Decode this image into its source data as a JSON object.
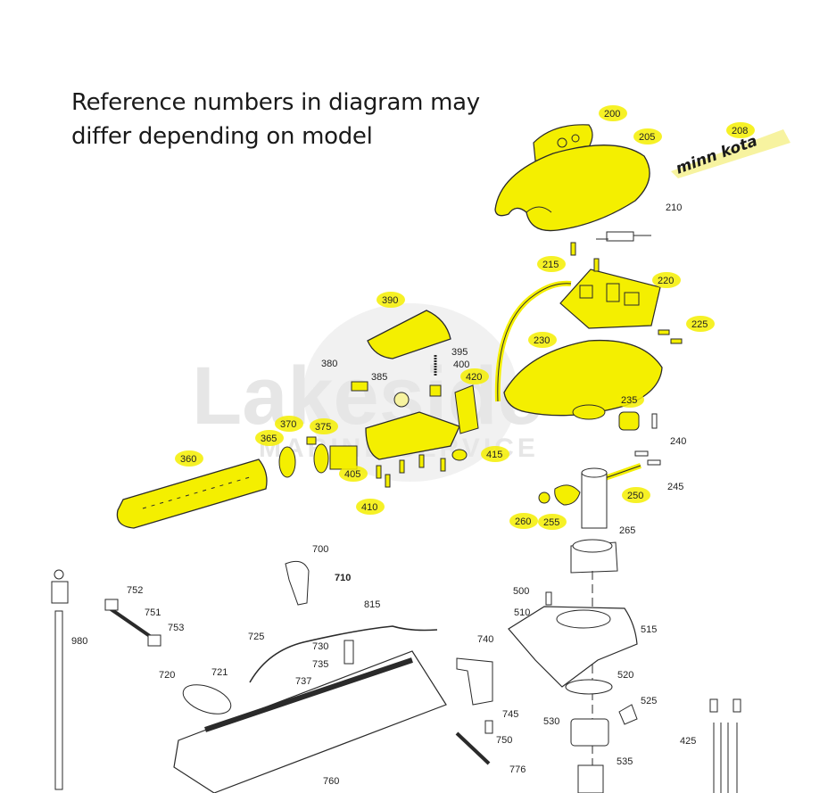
{
  "note": {
    "line1": "Reference numbers in diagram may",
    "line2": "differ depending on model"
  },
  "watermark": {
    "line1": "Lakeside",
    "line2": "MARINE SERVICE"
  },
  "logo_text": "minn kota",
  "colors": {
    "highlight": "#f4ef00",
    "highlight_glow": "#f7f3a0",
    "outline": "#2a2a2a",
    "watermark": "#d8d8d8"
  },
  "parts": [
    {
      "ref": "200",
      "highlighted": true
    },
    {
      "ref": "205",
      "highlighted": true
    },
    {
      "ref": "208",
      "highlighted": true
    },
    {
      "ref": "210",
      "highlighted": false
    },
    {
      "ref": "215",
      "highlighted": true
    },
    {
      "ref": "220",
      "highlighted": true
    },
    {
      "ref": "225",
      "highlighted": true
    },
    {
      "ref": "230",
      "highlighted": true
    },
    {
      "ref": "235",
      "highlighted": true
    },
    {
      "ref": "240",
      "highlighted": false
    },
    {
      "ref": "245",
      "highlighted": false
    },
    {
      "ref": "250",
      "highlighted": true
    },
    {
      "ref": "255",
      "highlighted": true
    },
    {
      "ref": "260",
      "highlighted": true
    },
    {
      "ref": "265",
      "highlighted": false
    },
    {
      "ref": "360",
      "highlighted": true
    },
    {
      "ref": "365",
      "highlighted": true
    },
    {
      "ref": "370",
      "highlighted": true
    },
    {
      "ref": "375",
      "highlighted": true
    },
    {
      "ref": "380",
      "highlighted": false
    },
    {
      "ref": "385",
      "highlighted": false
    },
    {
      "ref": "390",
      "highlighted": true
    },
    {
      "ref": "395",
      "highlighted": false
    },
    {
      "ref": "400",
      "highlighted": false
    },
    {
      "ref": "405",
      "highlighted": true
    },
    {
      "ref": "410",
      "highlighted": true
    },
    {
      "ref": "415",
      "highlighted": true
    },
    {
      "ref": "420",
      "highlighted": true
    },
    {
      "ref": "425",
      "highlighted": false
    },
    {
      "ref": "500",
      "highlighted": false
    },
    {
      "ref": "510",
      "highlighted": false
    },
    {
      "ref": "515",
      "highlighted": false
    },
    {
      "ref": "520",
      "highlighted": false
    },
    {
      "ref": "525",
      "highlighted": false
    },
    {
      "ref": "530",
      "highlighted": false
    },
    {
      "ref": "535",
      "highlighted": false
    },
    {
      "ref": "700",
      "highlighted": false
    },
    {
      "ref": "710",
      "highlighted": false
    },
    {
      "ref": "720",
      "highlighted": false
    },
    {
      "ref": "721",
      "highlighted": false
    },
    {
      "ref": "725",
      "highlighted": false
    },
    {
      "ref": "730",
      "highlighted": false
    },
    {
      "ref": "735",
      "highlighted": false
    },
    {
      "ref": "737",
      "highlighted": false
    },
    {
      "ref": "740",
      "highlighted": false
    },
    {
      "ref": "745",
      "highlighted": false
    },
    {
      "ref": "750",
      "highlighted": false
    },
    {
      "ref": "751",
      "highlighted": false
    },
    {
      "ref": "752",
      "highlighted": false
    },
    {
      "ref": "753",
      "highlighted": false
    },
    {
      "ref": "760",
      "highlighted": false
    },
    {
      "ref": "776",
      "highlighted": false
    },
    {
      "ref": "815",
      "highlighted": false
    },
    {
      "ref": "980",
      "highlighted": false
    }
  ]
}
